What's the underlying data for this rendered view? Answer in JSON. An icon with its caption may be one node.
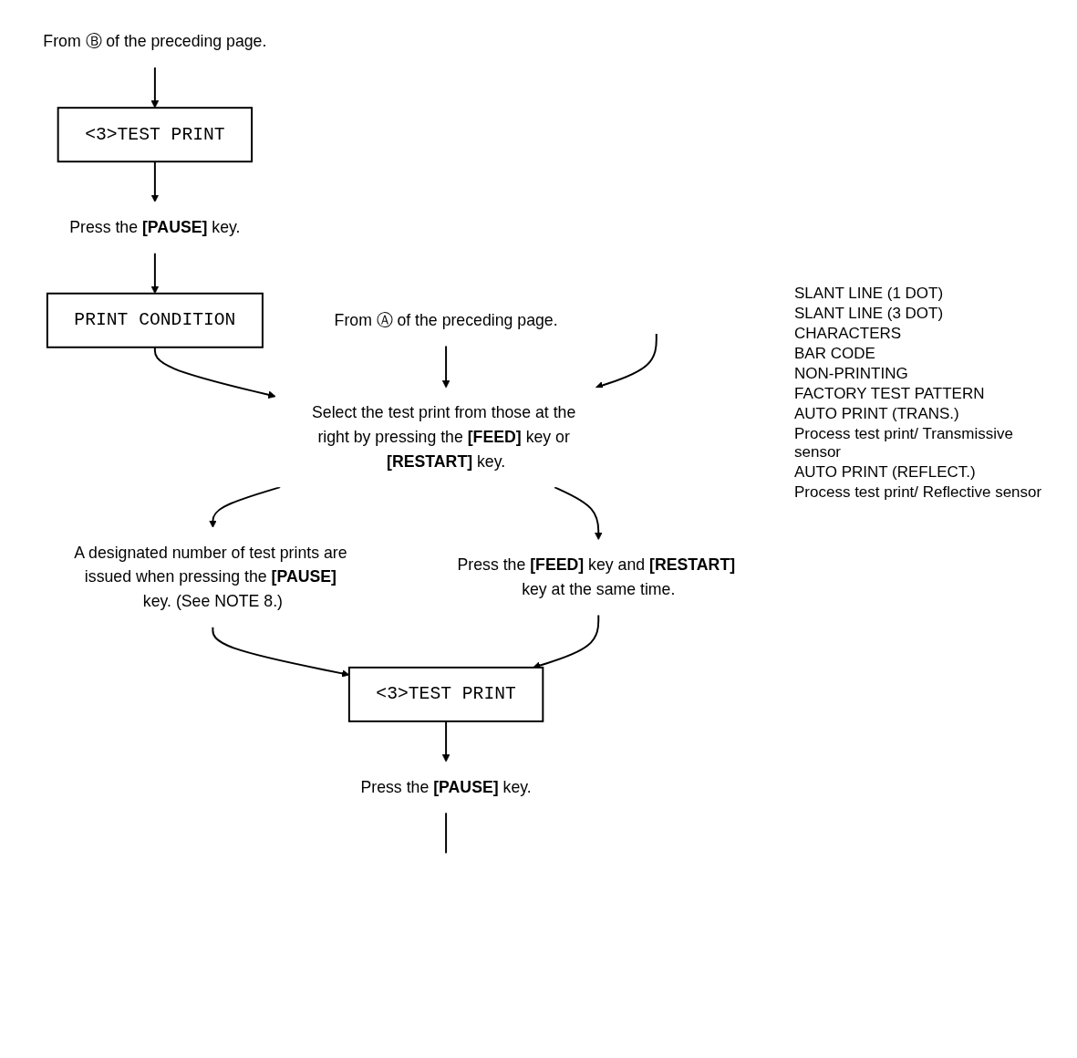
{
  "diagram": {
    "nodes": [
      {
        "text": [
          "From Ⓑ of the preceding page."
        ]
      },
      {
        "text": [
          "<3>TEST PRINT"
        ]
      },
      {
        "text": [
          "Press the **[PAUSE]** key."
        ]
      },
      {
        "text": [
          "PRINT CONDITION"
        ]
      },
      {
        "text": [
          "From Ⓐ of the preceding page."
        ]
      },
      {
        "text": [
          "Select the test print from those at the right by pressing the **[FEED]** key or **[RESTART]** key."
        ]
      },
      {
        "text": [
          "A designated number of test prints are issued when pressing the **[PAUSE]** key. (See NOTE 8.)"
        ]
      },
      {
        "text": [
          "Press the **[FEED]** key and **[RESTART]** key at the same time."
        ]
      },
      {
        "text": [
          "<3>TEST PRINT"
        ]
      },
      {
        "text": [
          "Press the **[PAUSE]** key."
        ]
      }
    ],
    "edges": [
      {
        "from": 0,
        "to": 1,
        "arrow": "to"
      },
      {
        "from": 1,
        "to": 2,
        "arrow": "to"
      },
      {
        "from": 2,
        "to": 3,
        "arrow": "to"
      },
      {
        "from": 3,
        "to": 5,
        "arrow": "to"
      },
      {
        "from": 4,
        "to": 5,
        "arrow": "to"
      },
      {
        "from": null,
        "to": 5,
        "arrow": "to"
      },
      {
        "from": 5,
        "to": 6,
        "arrow": "to"
      },
      {
        "from": 5,
        "to": 7,
        "arrow": "to"
      },
      {
        "from": 6,
        "to": 8,
        "arrow": "to"
      },
      {
        "from": 7,
        "to": 8,
        "arrow": "to"
      },
      {
        "from": 8,
        "to": 9,
        "arrow": "to"
      },
      {
        "from": 9,
        "to": null,
        "arrow": "none"
      }
    ],
    "labels": [
      "SLANT LINE (1 DOT)",
      "SLANT LINE (3 DOT)",
      "CHARACTERS",
      "BAR CODE",
      "NON-PRINTING",
      "FACTORY TEST PATTERN",
      "AUTO PRINT (TRANS.)",
      "Process test print/ Transmissive sensor",
      "AUTO PRINT (REFLECT.)",
      "Process test print/ Reflective sensor"
    ]
  }
}
